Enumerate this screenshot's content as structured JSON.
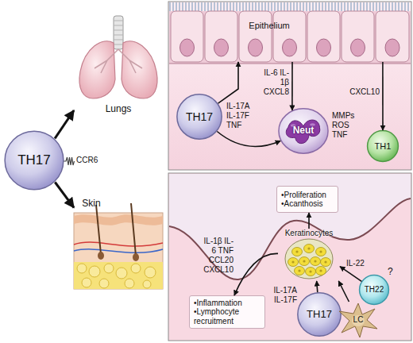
{
  "diagram": {
    "nodes": [
      {
        "text": [
          "TH17"
        ]
      },
      {
        "text": [
          "Lungs"
        ]
      },
      {
        "text": [
          "Skin"
        ]
      },
      {
        "text": [
          "Epithelium"
        ]
      },
      {
        "text": [
          "TH17"
        ]
      },
      {
        "text": [
          "Neut"
        ]
      },
      {
        "text": [
          "TH1"
        ]
      },
      {
        "text": [
          "Keratinocytes"
        ]
      },
      {
        "text": [
          "•Proliferation",
          "•Acanthosis"
        ]
      },
      {
        "text": [
          "TH17"
        ]
      },
      {
        "text": [
          "TH22"
        ]
      },
      {
        "text": [
          "LC"
        ]
      },
      {
        "text": [
          "•Inflammation",
          "•Lymphocyte recruitment"
        ]
      }
    ],
    "edges": [
      {
        "from": 0,
        "to": 1,
        "arrow": "to"
      },
      {
        "from": 0,
        "to": 2,
        "arrow": "to"
      },
      {
        "from": 4,
        "to": 3,
        "label": "IL-17A IL-17F TNF",
        "arrow": "to"
      },
      {
        "from": 4,
        "to": 5,
        "arrow": "to"
      },
      {
        "from": 3,
        "to": 5,
        "label": "IL-6 IL-1β CXCL8",
        "arrow": "to"
      },
      {
        "from": 3,
        "to": 6,
        "label": "CXCL10",
        "arrow": "to"
      },
      {
        "from": 7,
        "to": 8,
        "arrow": "to"
      },
      {
        "from": 9,
        "to": 7,
        "label": "IL-17A IL-17F",
        "arrow": "to"
      },
      {
        "from": 10,
        "to": 7,
        "label": "IL-22",
        "arrow": "to"
      },
      {
        "from": 11,
        "to": 7,
        "arrow": "to"
      },
      {
        "from": 7,
        "to": 12,
        "label": "IL-1β IL-6 TNF CCL20 CXCL10",
        "arrow": "to"
      }
    ],
    "labels": [
      "CCR6",
      "MMPs ROS TNF",
      "?"
    ]
  }
}
